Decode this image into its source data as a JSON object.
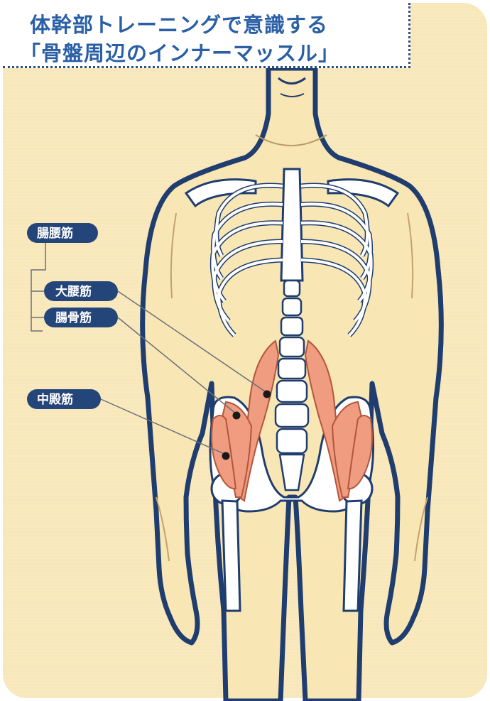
{
  "title": {
    "line1": "体幹部トレーニングで意識する",
    "line2": "「骨盤周辺のインナーマッスル」"
  },
  "labels": {
    "iliopsoas": "腸腰筋",
    "psoas_major": "大腰筋",
    "iliacus": "腸骨筋",
    "gluteus_medius": "中殿筋"
  },
  "colors": {
    "skin": "#f8e7b9",
    "outline": "#1f3d6e",
    "muscle": "#ef9c80",
    "label_bg": "#24457a",
    "title_text": "#2a5fa6"
  }
}
